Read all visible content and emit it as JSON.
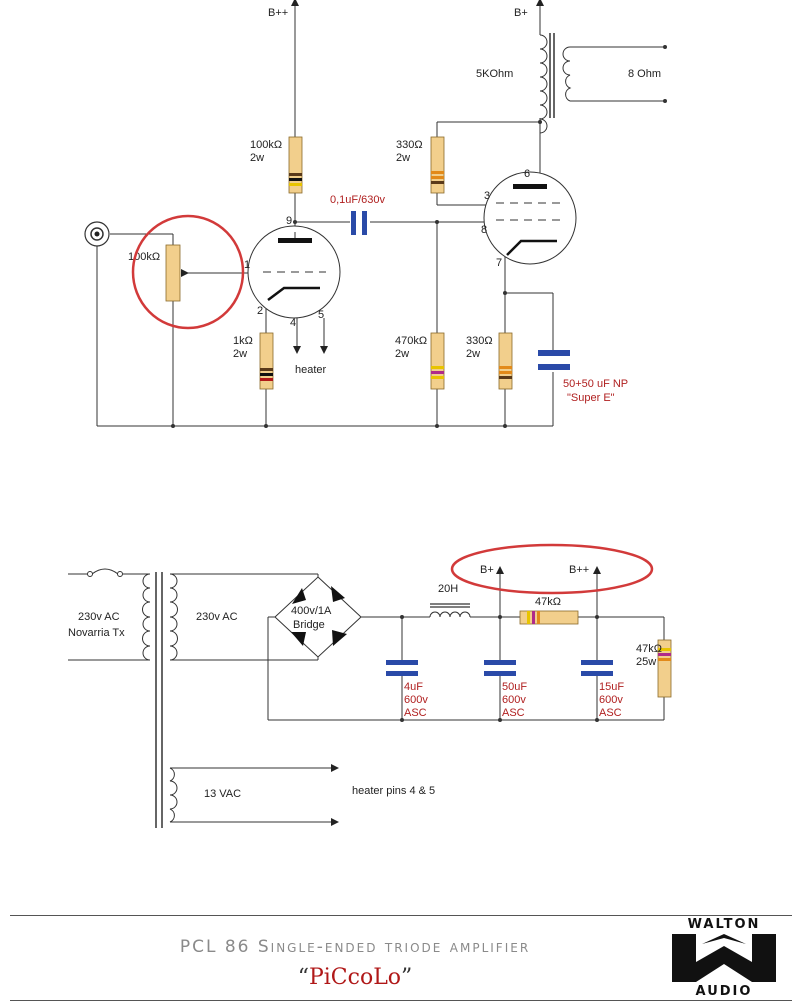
{
  "amp": {
    "rail_bpp": "B++",
    "rail_bp": "B+",
    "transformer_primary": "5KOhm",
    "transformer_secondary": "8 Ohm",
    "r_plate_value": "100kΩ",
    "r_plate_power": "2w",
    "r_screen_value": "330Ω",
    "r_screen_power": "2w",
    "coupling_cap": "0,1uF/630v",
    "pot_value": "100kΩ",
    "r_cathode1_value": "1kΩ",
    "r_cathode1_power": "2w",
    "heater_label": "heater",
    "r_grid_value": "470kΩ",
    "r_grid_power": "2w",
    "r_cathode2_value": "330Ω",
    "r_cathode2_power": "2w",
    "cathode_cap_line1": "50+50 uF NP",
    "cathode_cap_line2": "\"Super E\"",
    "pins": {
      "p1": "1",
      "p2": "2",
      "p4": "4",
      "p5": "5",
      "p9": "9",
      "p3": "3",
      "p6": "6",
      "p7": "7",
      "p8": "8"
    }
  },
  "psu": {
    "mains_line1": "230v AC",
    "mains_line2": "Novarria Tx",
    "secondary": "230v AC",
    "bridge_line1": "400v/1A",
    "bridge_line2": "Bridge",
    "choke": "20H",
    "rail_bp": "B+",
    "rail_bpp": "B++",
    "r_series": "47kΩ",
    "r_bleeder_value": "47kΩ",
    "r_bleeder_power": "25w",
    "cap1": [
      "4uF",
      "600v",
      "ASC"
    ],
    "cap2": [
      "50uF",
      "600v",
      "ASC"
    ],
    "cap3": [
      "15uF",
      "600v",
      "ASC"
    ],
    "heater_secondary": "13 VAC",
    "heater_pins": "heater pins 4 & 5"
  },
  "footer": {
    "title": "PCL 86 Single-ended triode amplifier",
    "subtitle_open": "“",
    "subtitle": "PiCcoLo",
    "subtitle_close": "”",
    "logo_top": "WALTON",
    "logo_bottom": "AUDIO"
  }
}
